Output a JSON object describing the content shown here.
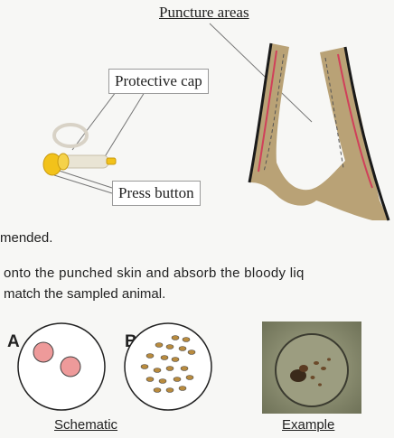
{
  "labels": {
    "puncture_areas": "Puncture areas",
    "protective_cap": "Protective cap",
    "press_button": "Press button"
  },
  "text": {
    "line1": "mended.",
    "line2": "onto the punched skin and absorb the bloody liq",
    "line3": "match the sampled animal."
  },
  "panels": {
    "a": "A",
    "b": "B"
  },
  "captions": {
    "schematic": "Schematic",
    "example": "Example"
  },
  "colors": {
    "skin": "#b9a276",
    "skin_edge": "#1a1a1a",
    "puncture_line": "#d0405a",
    "spot_pink": "#ee9a9a",
    "spot_brown": "#b98b3e",
    "lancet_yellow": "#f2c21a"
  }
}
